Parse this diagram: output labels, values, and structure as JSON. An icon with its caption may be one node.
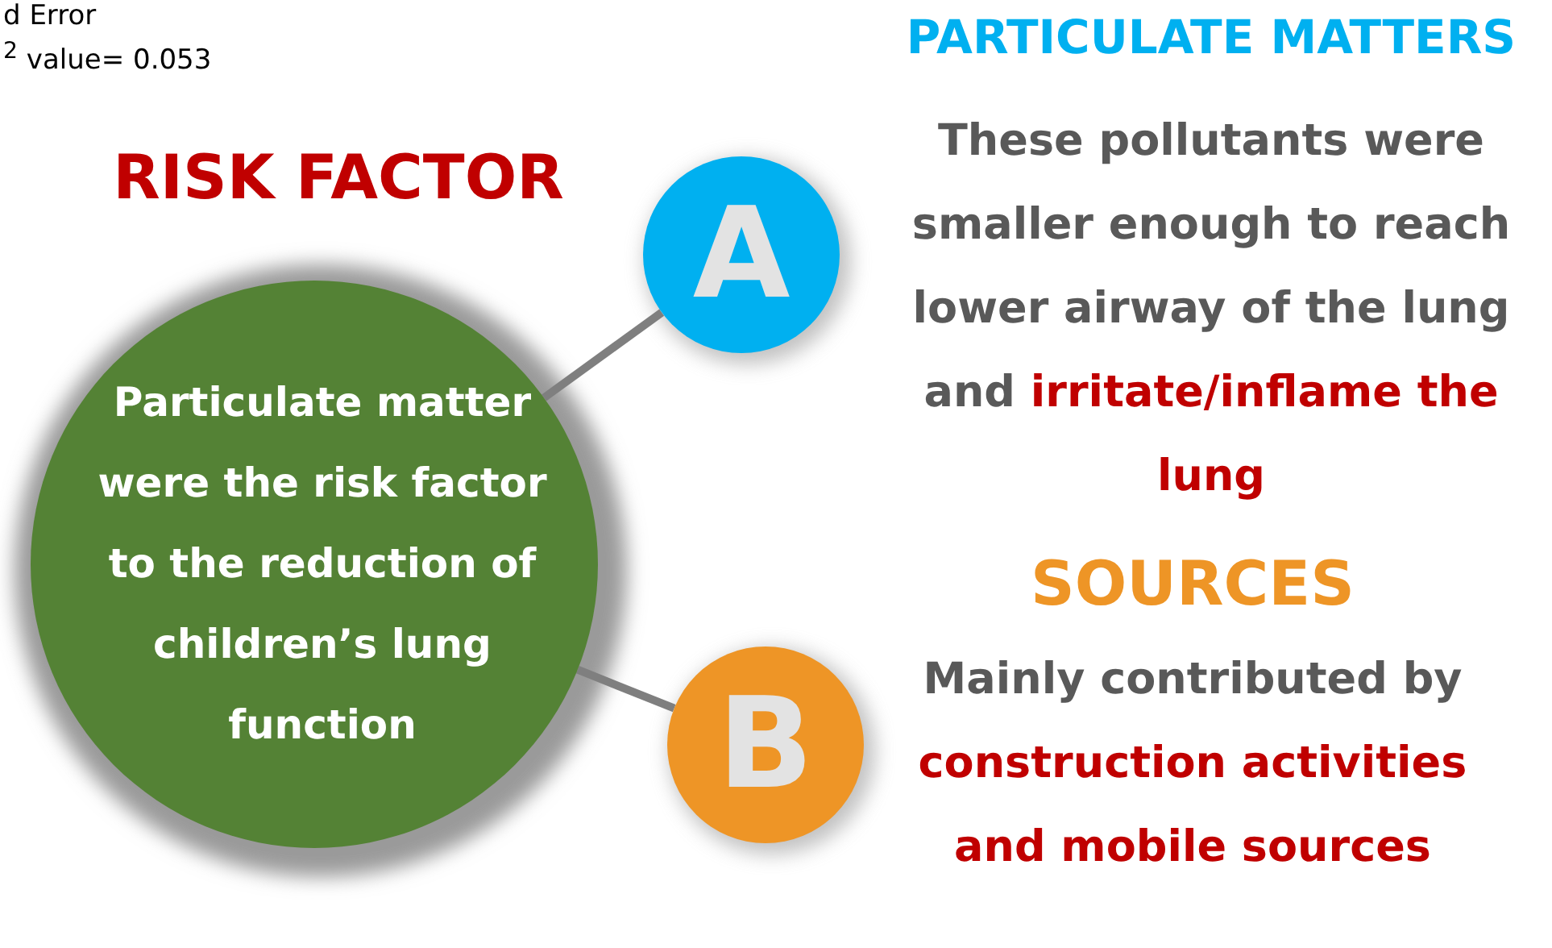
{
  "diagram": {
    "nodes": [
      {
        "text": [
          "RISK FACTOR",
          "Particulate matter were the risk factor to the reduction of children’s lung function"
        ]
      },
      {
        "text": [
          "A"
        ],
        "beside": [
          "PARTICULATE MATTERS",
          "These pollutants were smaller enough to reach lower airway of the lung and",
          "irritate/inflame the lung"
        ]
      },
      {
        "text": [
          "B"
        ],
        "beside": [
          "SOURCES",
          "Mainly contributed by",
          "construction activities and mobile sources"
        ]
      }
    ],
    "edges": [
      {
        "from": 0,
        "to": 1,
        "arrow": "none"
      },
      {
        "from": 0,
        "to": 2,
        "arrow": "none"
      }
    ],
    "labels": [
      "d Error",
      "$^{2}$ value= 0.053"
    ]
  }
}
